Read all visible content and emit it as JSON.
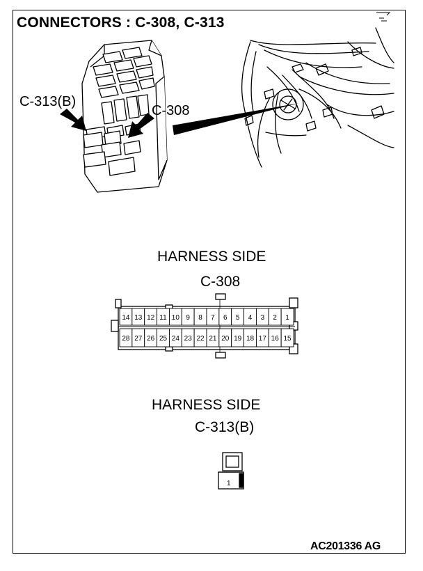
{
  "title": "CONNECTORS : C-308, C-313",
  "callouts": {
    "c313b": "C-313(B)",
    "c308": "C-308"
  },
  "connector_c308": {
    "heading": "HARNESS SIDE",
    "name": "C-308",
    "top_row": [
      "14",
      "13",
      "12",
      "11",
      "10",
      "9",
      "8",
      "7",
      "6",
      "5",
      "4",
      "3",
      "2",
      "1"
    ],
    "bottom_row": [
      "28",
      "27",
      "26",
      "25",
      "24",
      "23",
      "22",
      "21",
      "20",
      "19",
      "18",
      "17",
      "16",
      "15"
    ]
  },
  "connector_c313b": {
    "heading": "HARNESS SIDE",
    "name": "C-313(B)",
    "pins": [
      "1"
    ]
  },
  "figure_code": "AC201336 AG"
}
